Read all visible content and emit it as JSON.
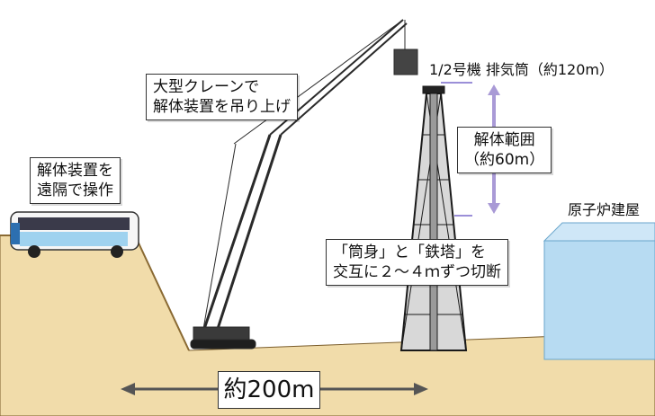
{
  "crane_box": {
    "line1": "大型クレーンで",
    "line2": "解体装置を吊り上げ"
  },
  "operation_box": {
    "line1": "解体装置を",
    "line2": "遠隔で操作"
  },
  "stack_label": "1/2号機  排気筒（約120m）",
  "range_box": {
    "line1": "解体範囲",
    "line2": "（約60m）"
  },
  "building_label": "原子炉建屋",
  "cut_box": {
    "line1": "「筒身」と「鉄塔」を",
    "line2": "交互に２～４ｍずつ切断"
  },
  "distance_label": "約200m",
  "colors": {
    "ground": "#f1dcaa",
    "sky": "#ffffff",
    "arrow": "#a99ad6",
    "building": "#b7dbf2",
    "tower": "#1a1a1a",
    "crane": "#2a2a2a"
  }
}
